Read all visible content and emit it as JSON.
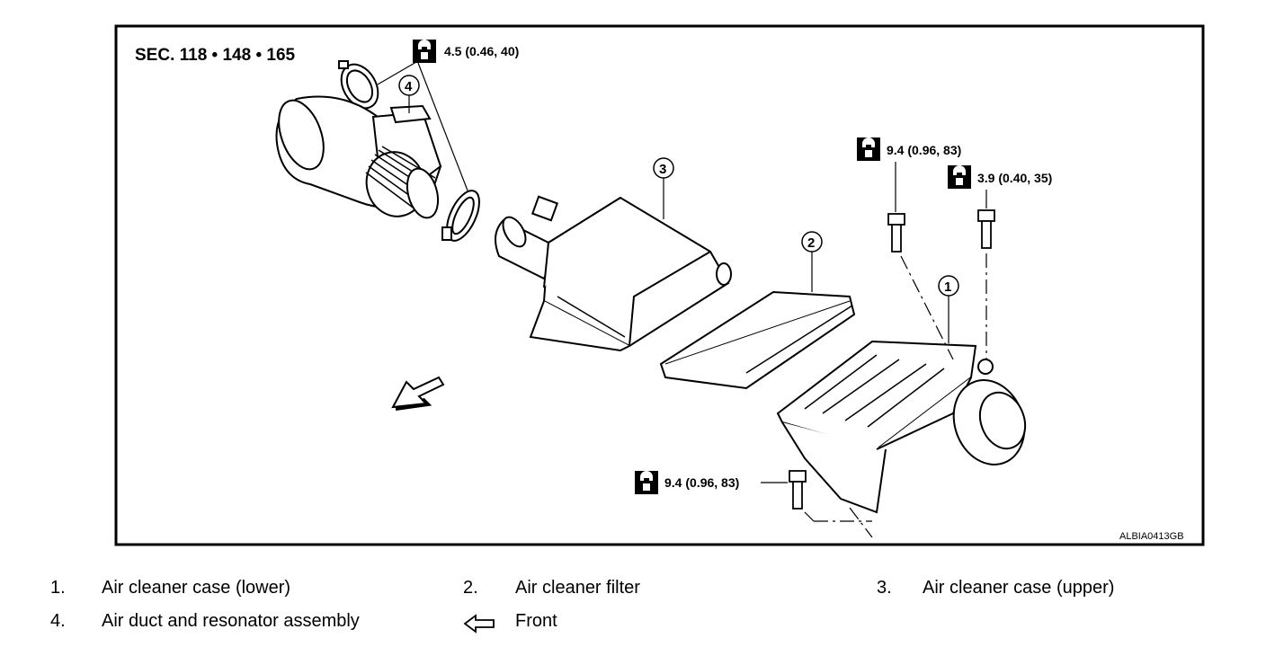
{
  "diagram": {
    "section_ref": "SEC. 118 • 148 • 165",
    "figure_id": "ALBIA0413GB",
    "torque_specs": {
      "top_clamp": "4.5 (0.46, 40)",
      "case_bolt_upper_left": "9.4 (0.96, 83)",
      "case_bolt_upper_right": "3.9 (0.40, 35)",
      "case_bolt_lower": "9.4 (0.96, 83)"
    },
    "callouts": {
      "c1": "1",
      "c2": "2",
      "c3": "3",
      "c4": "4"
    }
  },
  "legend": {
    "items": [
      {
        "num": "1.",
        "label": "Air cleaner case (lower)"
      },
      {
        "num": "2.",
        "label": "Air cleaner filter"
      },
      {
        "num": "3.",
        "label": "Air cleaner case (upper)"
      },
      {
        "num": "4.",
        "label": "Air duct and resonator assembly"
      }
    ],
    "front_label": "Front"
  },
  "icons": {
    "torque_icon": "torque-wrench-icon",
    "front_arrow": "front-arrow-icon"
  }
}
